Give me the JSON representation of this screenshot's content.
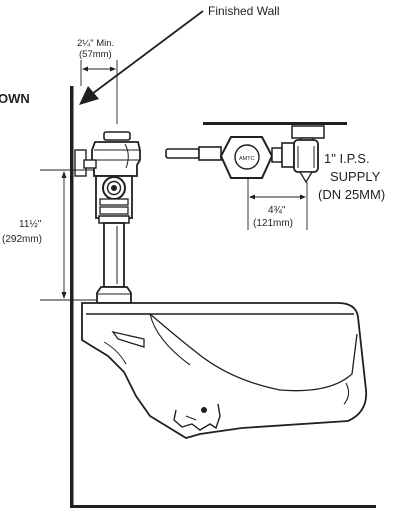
{
  "labels": {
    "finished_wall": "Finished Wall",
    "side_offset": "2¼\" Min.",
    "side_offset_mm": "(57mm)",
    "partial_word": "OWN",
    "height": "11½\"",
    "height_mm": "(292mm)",
    "supply_line1": "1\" I.P.S.",
    "supply_line2": "SUPPLY",
    "supply_line3": "(DN 25MM)",
    "top_offset": "4¾\"",
    "top_offset_mm": "(121mm)",
    "valve_badge": "AMTC"
  },
  "colors": {
    "ink": "#231f20",
    "background": "#ffffff"
  }
}
